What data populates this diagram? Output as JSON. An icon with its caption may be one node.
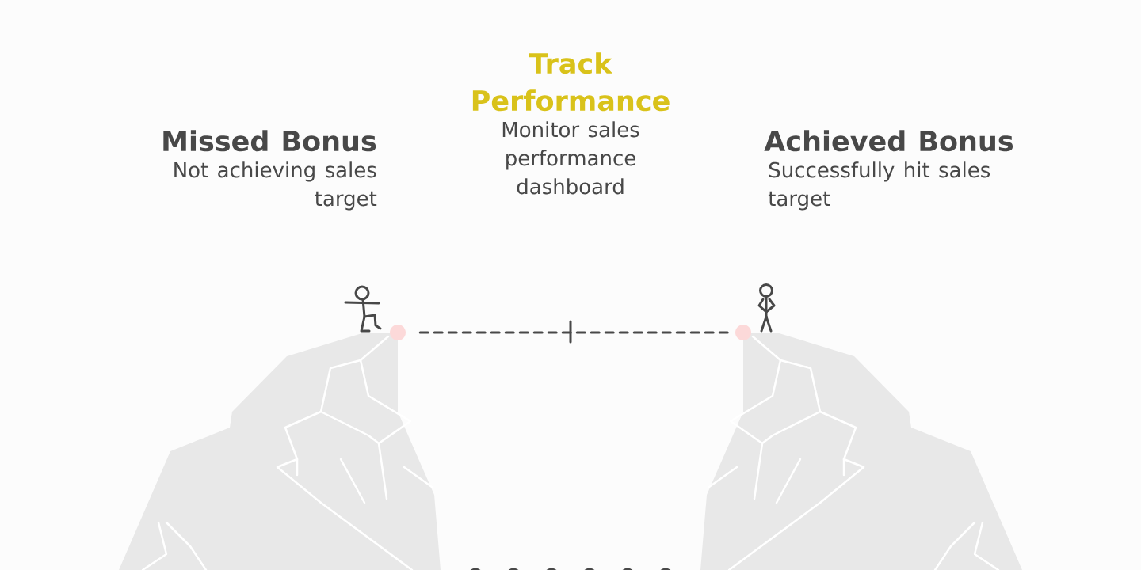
{
  "diagram": {
    "nodes": [
      {
        "text": [
          "Missed Bonus",
          "Not achieving sales target"
        ]
      },
      {
        "text": [
          "Track Performance",
          "Monitor sales performance dashboard"
        ]
      },
      {
        "text": [
          "Achieved Bonus",
          "Successfully hit sales target"
        ]
      },
      {
        "text": [],
        "shape": "circle"
      },
      {
        "text": [],
        "shape": "circle"
      }
    ],
    "edges": [
      {
        "from": 3,
        "to": 4,
        "arrow": "none",
        "style": "dashed"
      }
    ]
  }
}
